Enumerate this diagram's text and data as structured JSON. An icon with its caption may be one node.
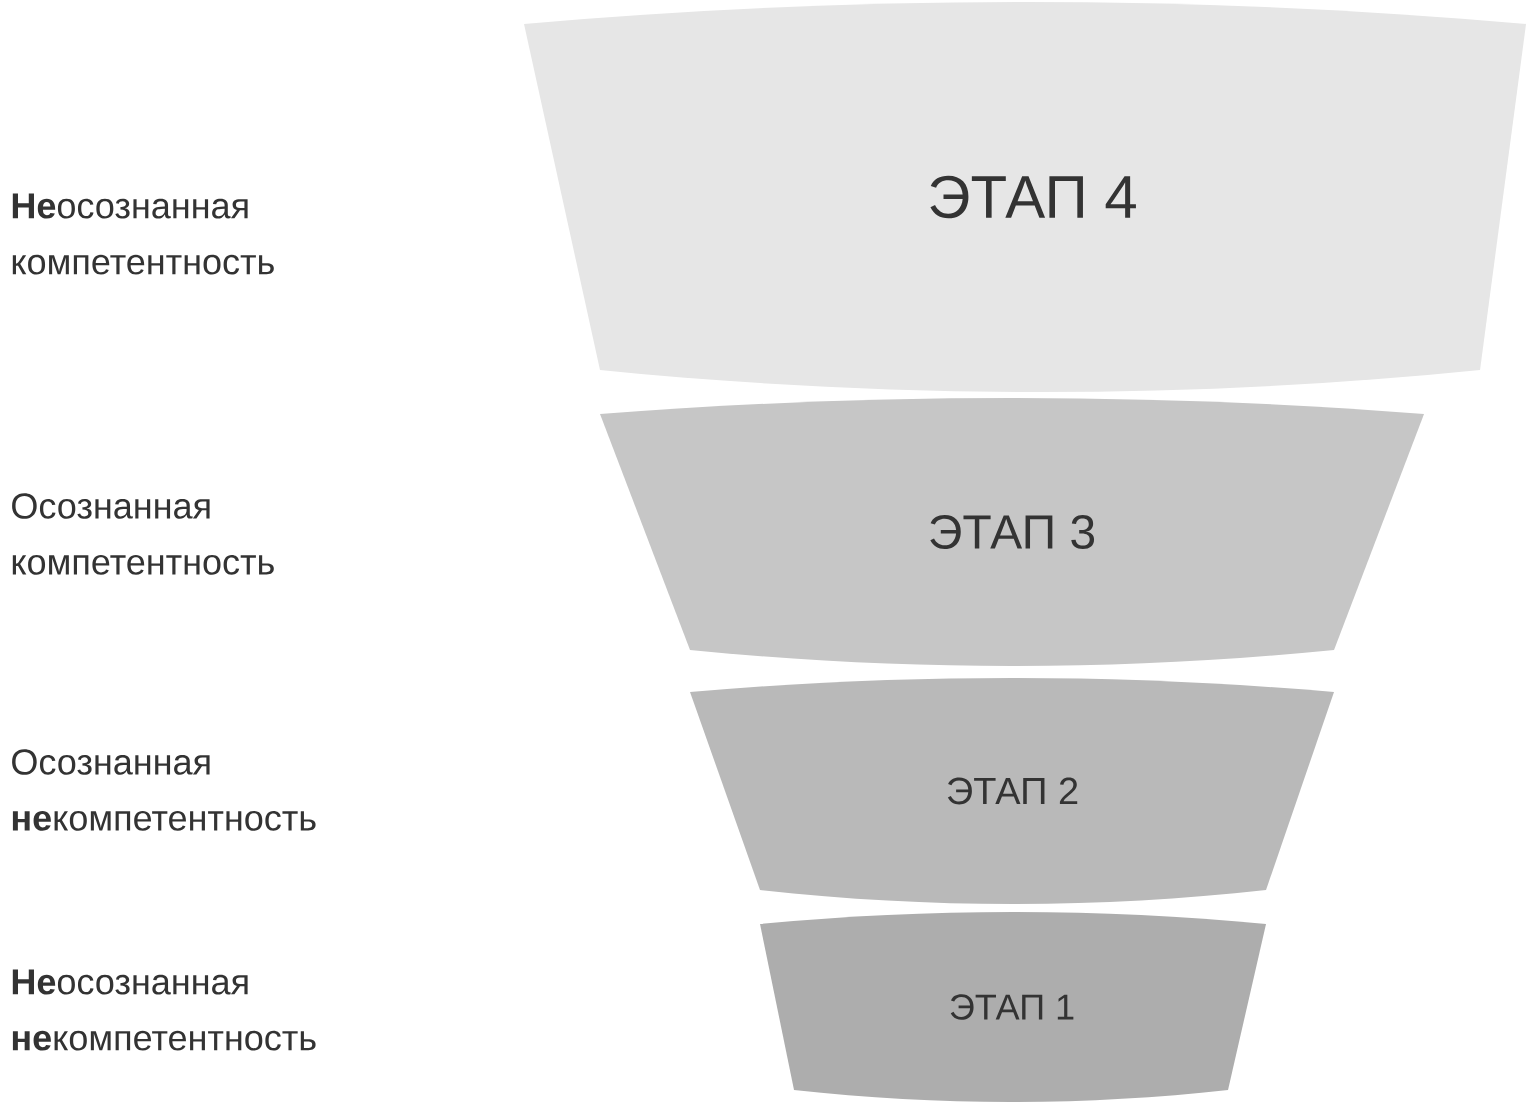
{
  "diagram": {
    "nodes": [
      {
        "text": [
          "ЭТАП 4"
        ]
      },
      {
        "text": [
          "ЭТАП 3"
        ]
      },
      {
        "text": [
          "ЭТАП 2"
        ]
      },
      {
        "text": [
          "ЭТАП 1"
        ]
      }
    ],
    "labels": [
      "**Не**осознанная компетентность",
      "Осознанная компетентность",
      "Осознанная **не**компетентность",
      "**Не**осознанная **не**компетентность"
    ]
  }
}
